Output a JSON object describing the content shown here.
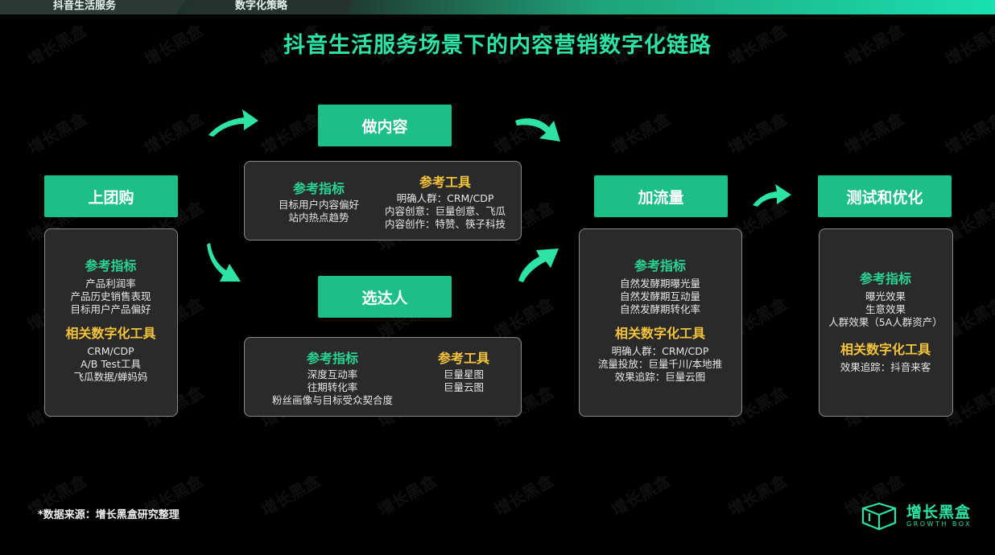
{
  "topbar": {
    "tab1": "抖音生活服务",
    "tab2": "数字化策略"
  },
  "title": "抖音生活服务场景下的内容营销数字化链路",
  "watermark": "增长黑盒",
  "colors": {
    "accent": "#1cbf86",
    "title": "#2de3a8",
    "metric_heading": "#29d494",
    "tool_heading": "#f5c43a"
  },
  "stages": {
    "group_buy": {
      "label": "上团购",
      "metrics_title": "参考指标",
      "metrics": [
        "产品利润率",
        "产品历史销售表现",
        "目标用户产品偏好"
      ],
      "tools_title": "相关数字化工具",
      "tools": [
        "CRM/CDP",
        "A/B Test工具",
        "飞瓜数据/蝉妈妈"
      ]
    },
    "content": {
      "label": "做内容",
      "metrics_title": "参考指标",
      "metrics": [
        "目标用户内容偏好",
        "站内热点趋势"
      ],
      "tools_title": "参考工具",
      "tools": [
        "明确人群：CRM/CDP",
        "内容创意：巨量创意、飞瓜",
        "内容创作：特赞、筷子科技"
      ]
    },
    "influencer": {
      "label": "选达人",
      "metrics_title": "参考指标",
      "metrics": [
        "深度互动率",
        "往期转化率",
        "粉丝画像与目标受众契合度"
      ],
      "tools_title": "参考工具",
      "tools": [
        "巨量星图",
        "巨量云图"
      ]
    },
    "traffic": {
      "label": "加流量",
      "metrics_title": "参考指标",
      "metrics": [
        "自然发酵期曝光量",
        "自然发酵期互动量",
        "自然发酵期转化率"
      ],
      "tools_title": "相关数字化工具",
      "tools": [
        "明确人群：CRM/CDP",
        "流量投放：巨量千川/本地推",
        "效果追踪：巨量云图"
      ]
    },
    "optimize": {
      "label": "测试和优化",
      "metrics_title": "参考指标",
      "metrics": [
        "曝光效果",
        "生意效果",
        "人群效果（5A人群资产）"
      ],
      "tools_title": "相关数字化工具",
      "tools": [
        "效果追踪：抖音来客"
      ]
    }
  },
  "source": "*数据来源：增长黑盒研究整理",
  "logo": {
    "icon": "cube-box-icon",
    "name": "增长黑盒",
    "subtitle": "GROWTH BOX"
  }
}
